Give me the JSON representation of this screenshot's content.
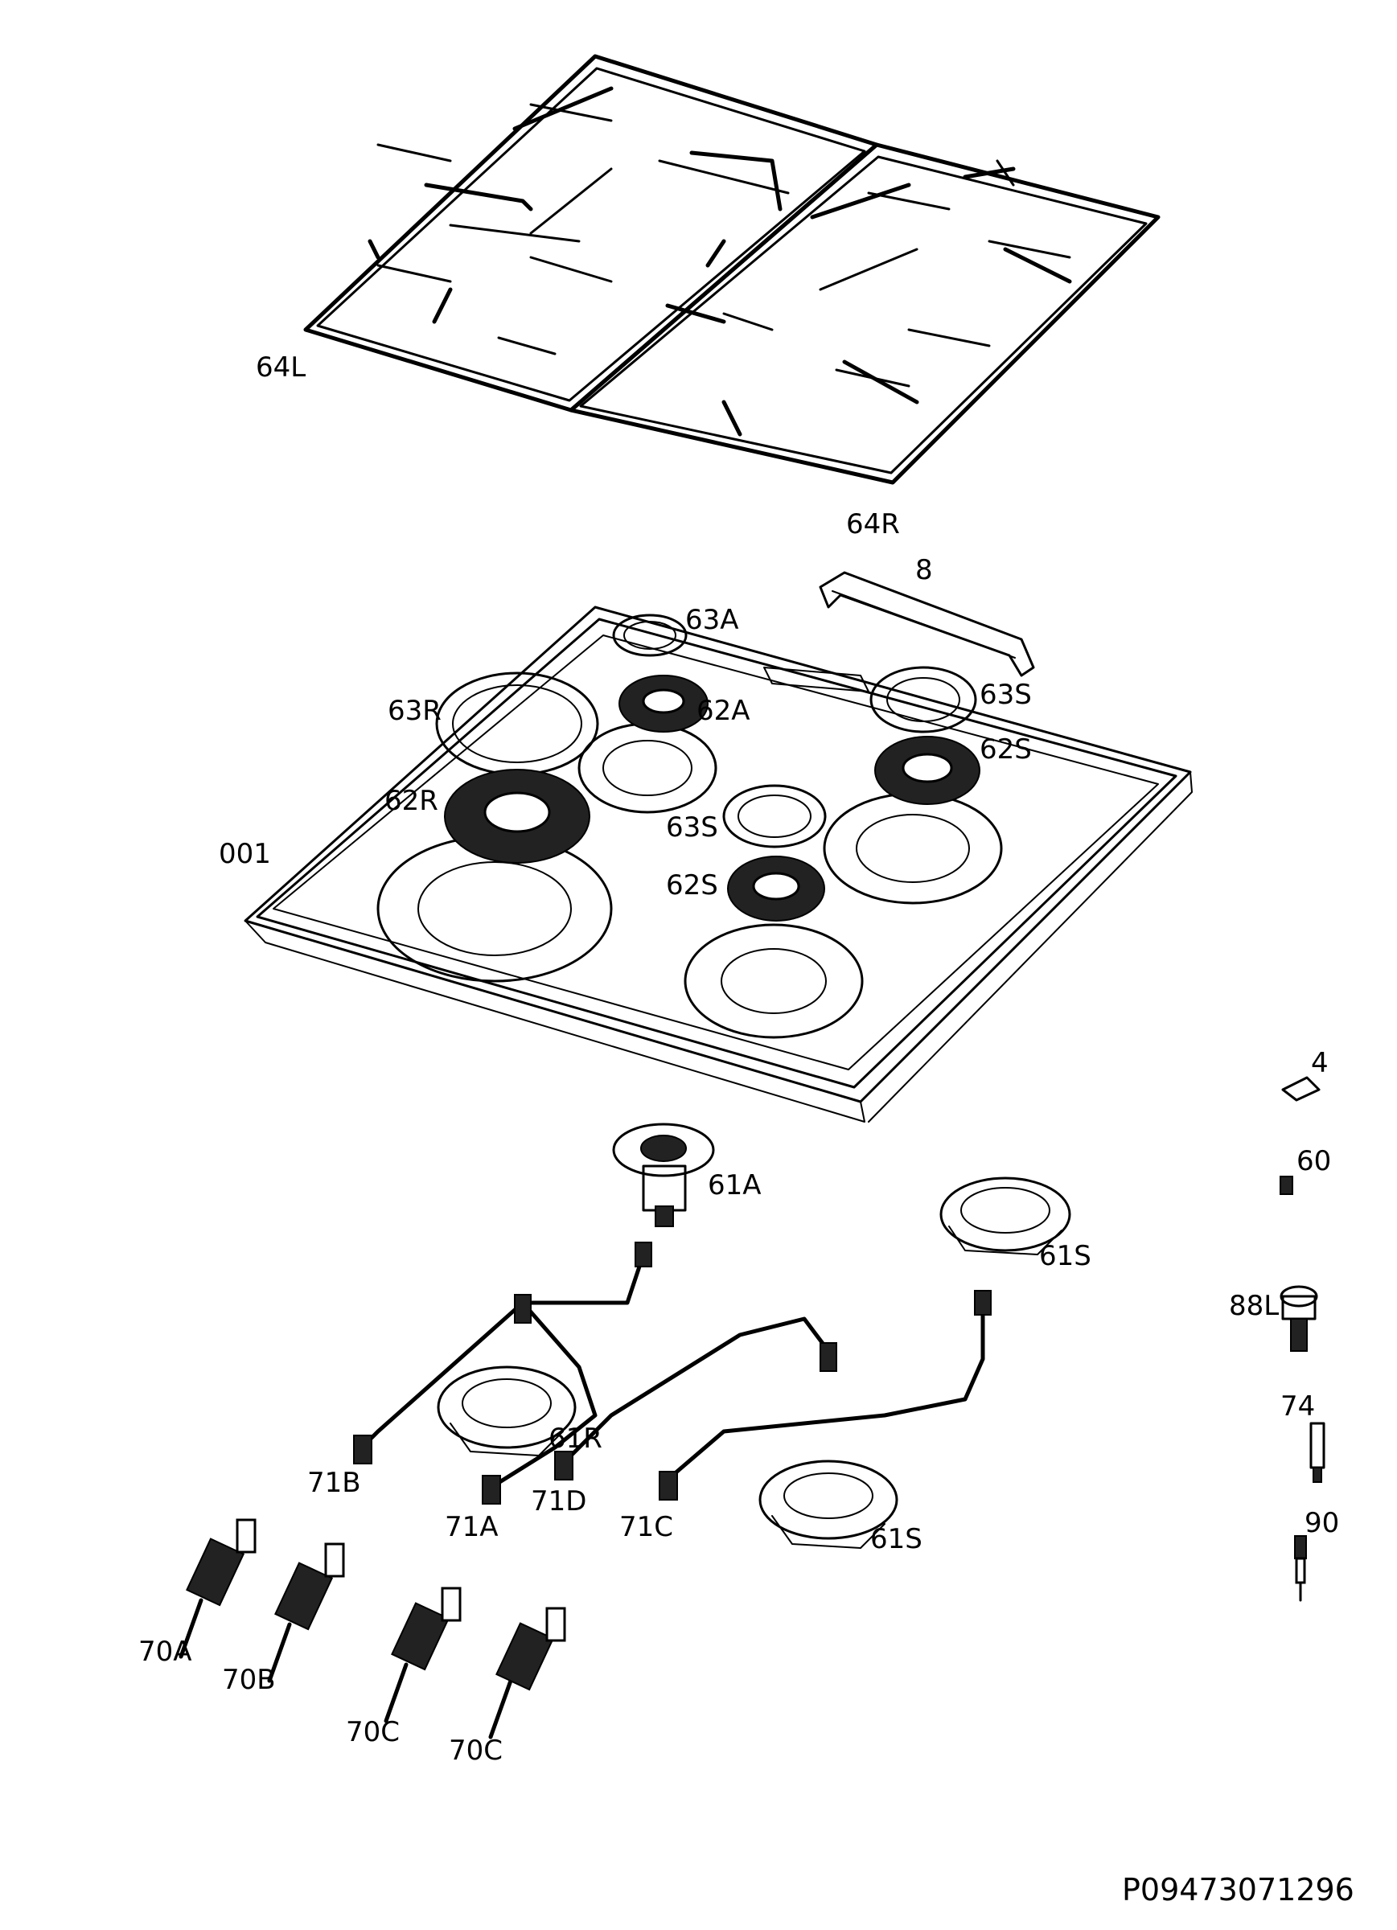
{
  "labels": {
    "p64L": "64L",
    "p64R": "64R",
    "p8": "8",
    "p63A": "63A",
    "p63R": "63R",
    "p62A": "62A",
    "p63S_top": "63S",
    "p62S_top": "62S",
    "p62R": "62R",
    "p63S_mid": "63S",
    "p001": "001",
    "p62S_mid": "62S",
    "p4": "4",
    "p61A": "61A",
    "p60": "60",
    "p61S_right": "61S",
    "p88L": "88L",
    "p61R": "61R",
    "p74": "74",
    "p71B": "71B",
    "p71D": "71D",
    "p71A": "71A",
    "p71C": "71C",
    "p61S_low": "61S",
    "p90": "90",
    "p70A": "70A",
    "p70B": "70B",
    "p70C_1": "70C",
    "p70C_2": "70C"
  },
  "reference": "P09473071296"
}
